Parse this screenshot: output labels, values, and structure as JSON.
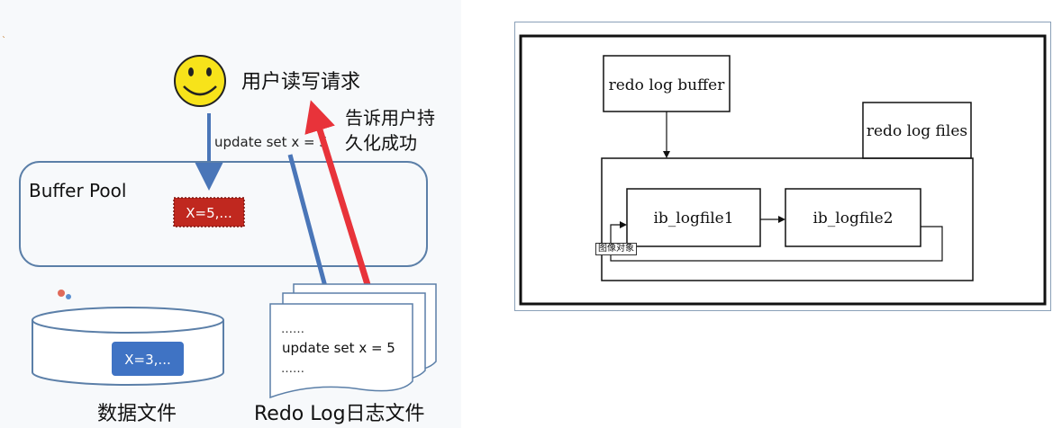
{
  "left_diagram": {
    "user_request_label": "用户读写请求",
    "update_statement_top": "update set x = 5",
    "tell_user_label_line1": "告诉用户持",
    "tell_user_label_line2": "久化成功",
    "buffer_pool_label": "Buffer Pool",
    "buffer_pool_value": "X=5,...",
    "data_file_value": "X=3,...",
    "data_file_label": "数据文件",
    "redo_dots_top": "……",
    "redo_update_statement": "update set x = 5",
    "redo_dots_bottom": "……",
    "redo_log_file_label": "Redo Log日志文件"
  },
  "right_diagram": {
    "redo_log_buffer_label": "redo log buffer",
    "redo_log_files_label": "redo log files",
    "ib_logfile1_label": "ib_logfile1",
    "ib_logfile2_label": "ib_logfile2",
    "image_object_tag": "图像对象"
  },
  "colors": {
    "blue_arrow": "#4a76b8",
    "red_arrow": "#e8333a",
    "buffer_value_box": "#c0281f",
    "data_value_box": "#3f73c4",
    "pool_border": "#5b7fa8",
    "smiley_face": "#f7e31a"
  }
}
